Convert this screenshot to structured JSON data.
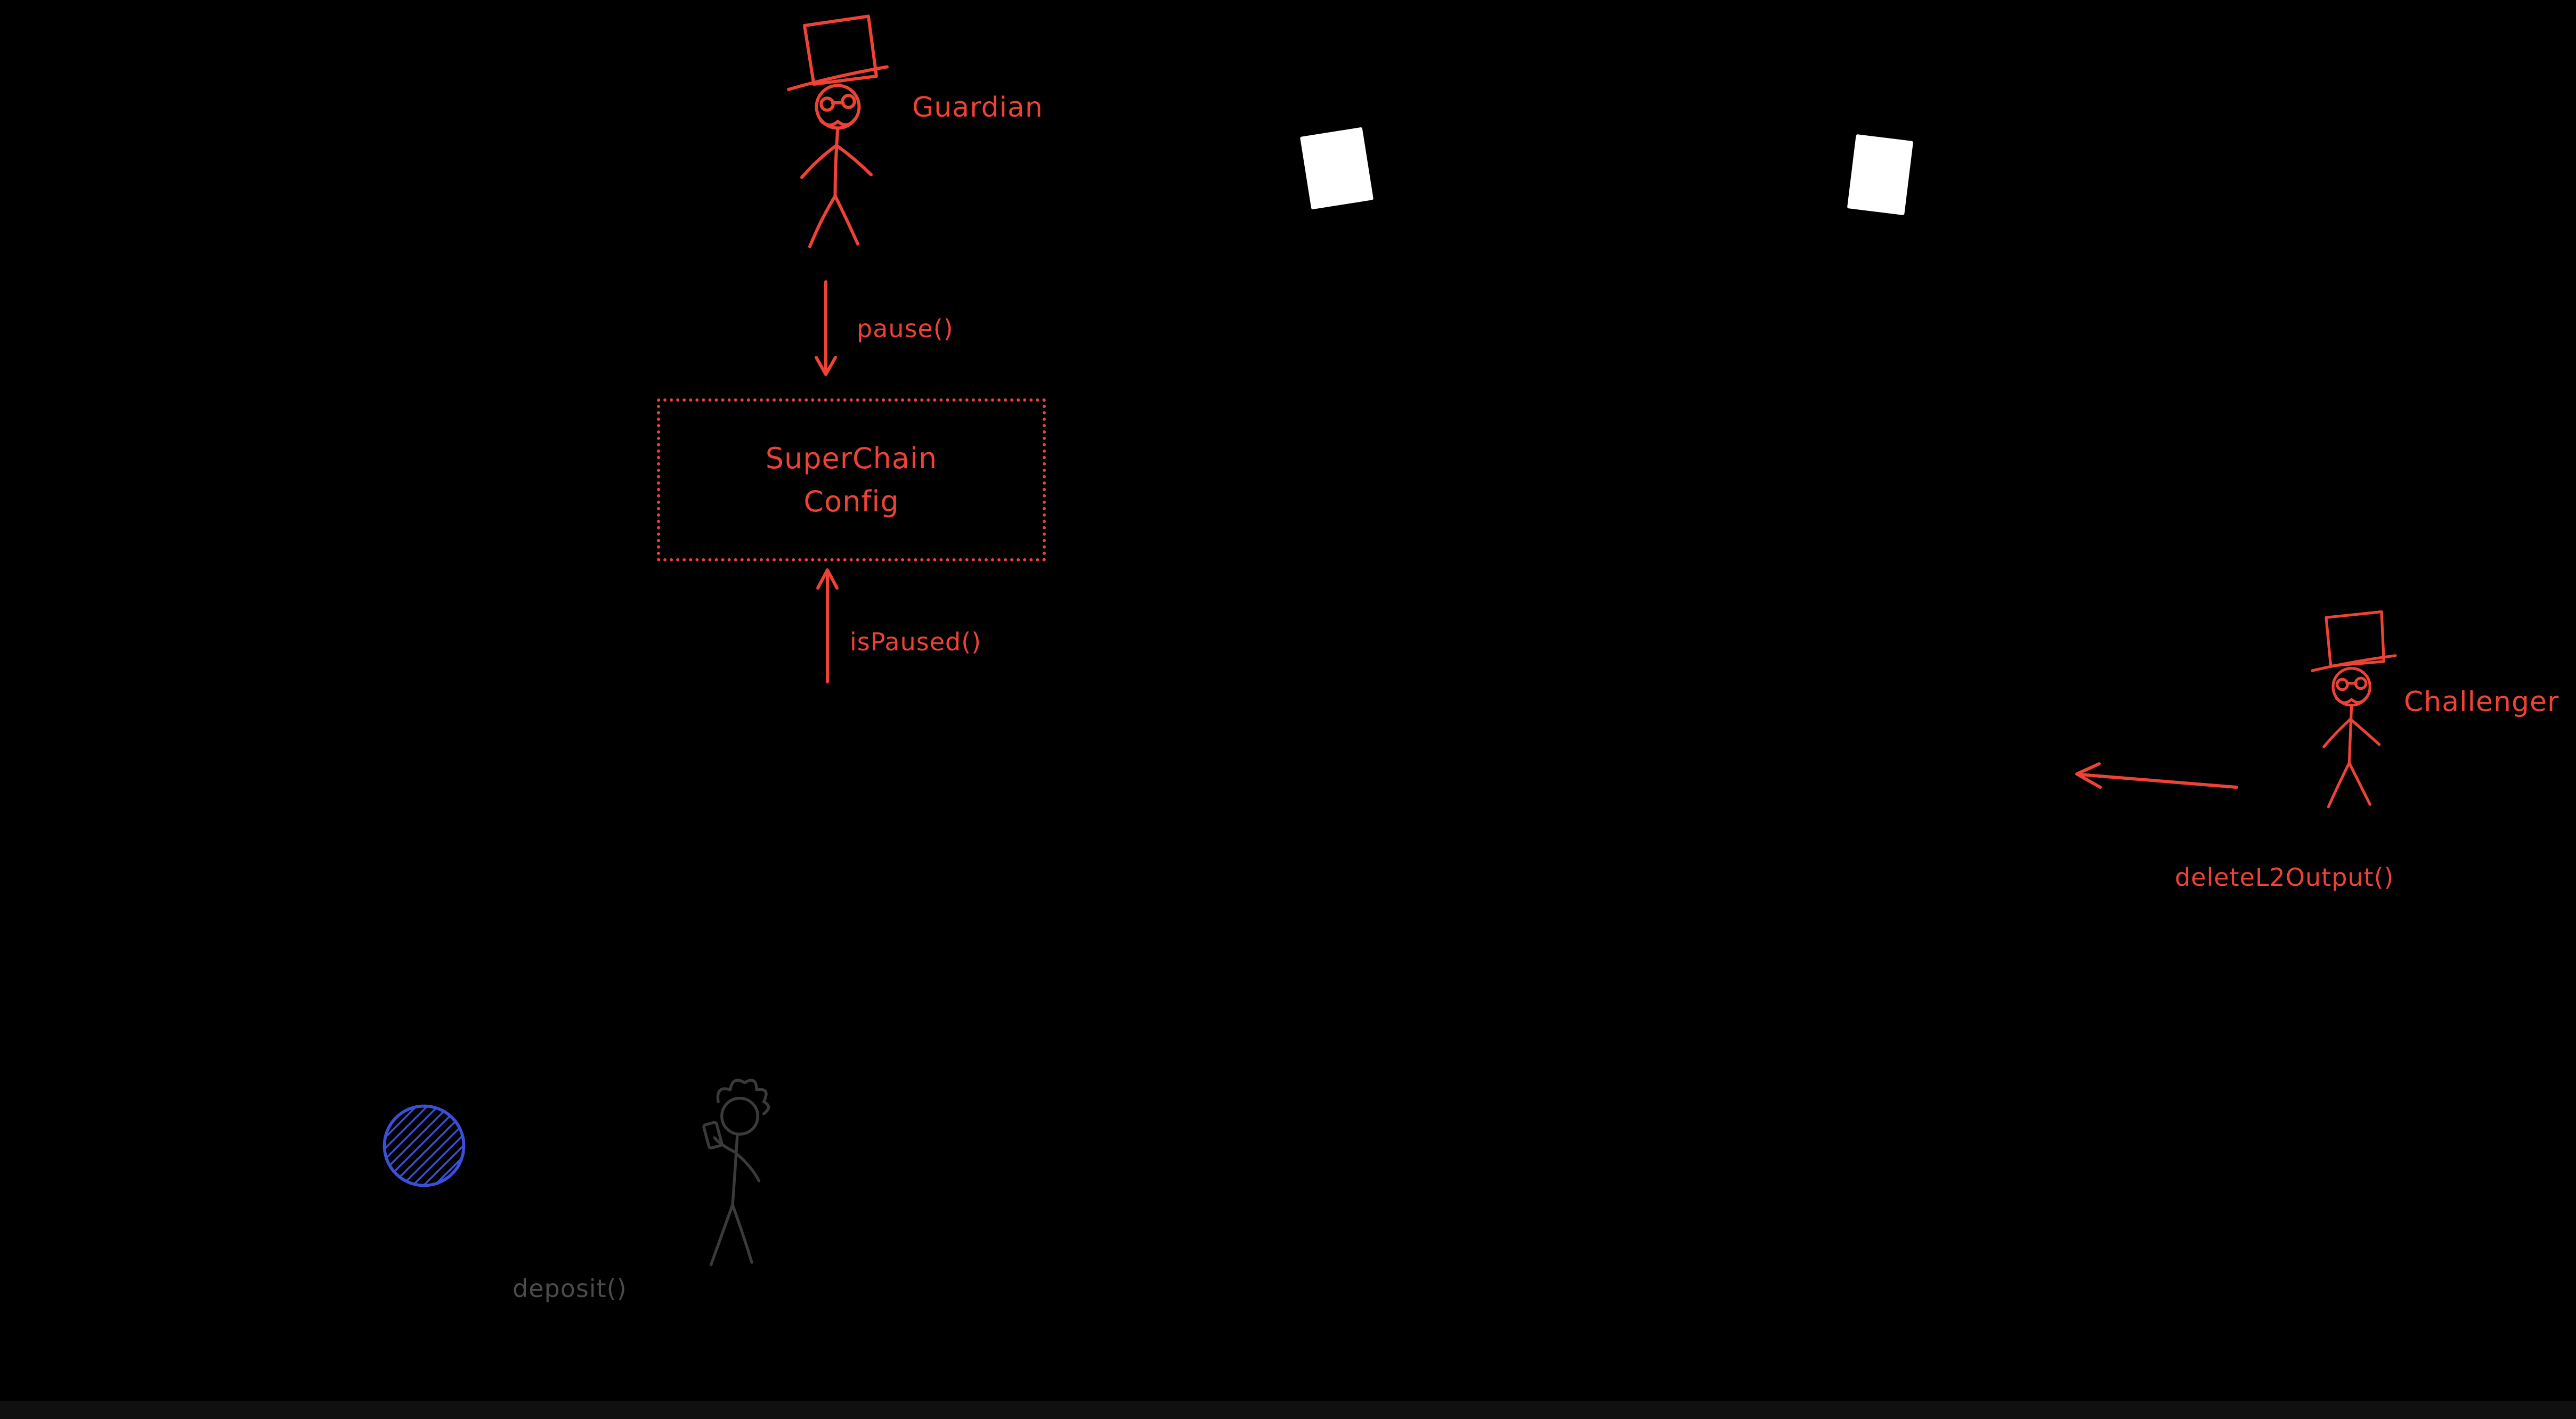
{
  "canvas": {
    "background": "#000000"
  },
  "palette": {
    "red": "#ef4236",
    "blue": "#3b4fd8",
    "gray_figure": "#3a3a3a",
    "gray_text": "#4b4b4b",
    "white": "#ffffff"
  },
  "actors": {
    "guardian": {
      "label": "Guardian",
      "action": "pause()"
    },
    "challenger": {
      "label": "Challenger",
      "action": "deleteL2Output()"
    },
    "depositor": {
      "action": "deposit()"
    }
  },
  "nodes": {
    "superchain_config": {
      "title_line1": "SuperChain",
      "title_line2": "Config",
      "query": "isPaused()"
    }
  }
}
